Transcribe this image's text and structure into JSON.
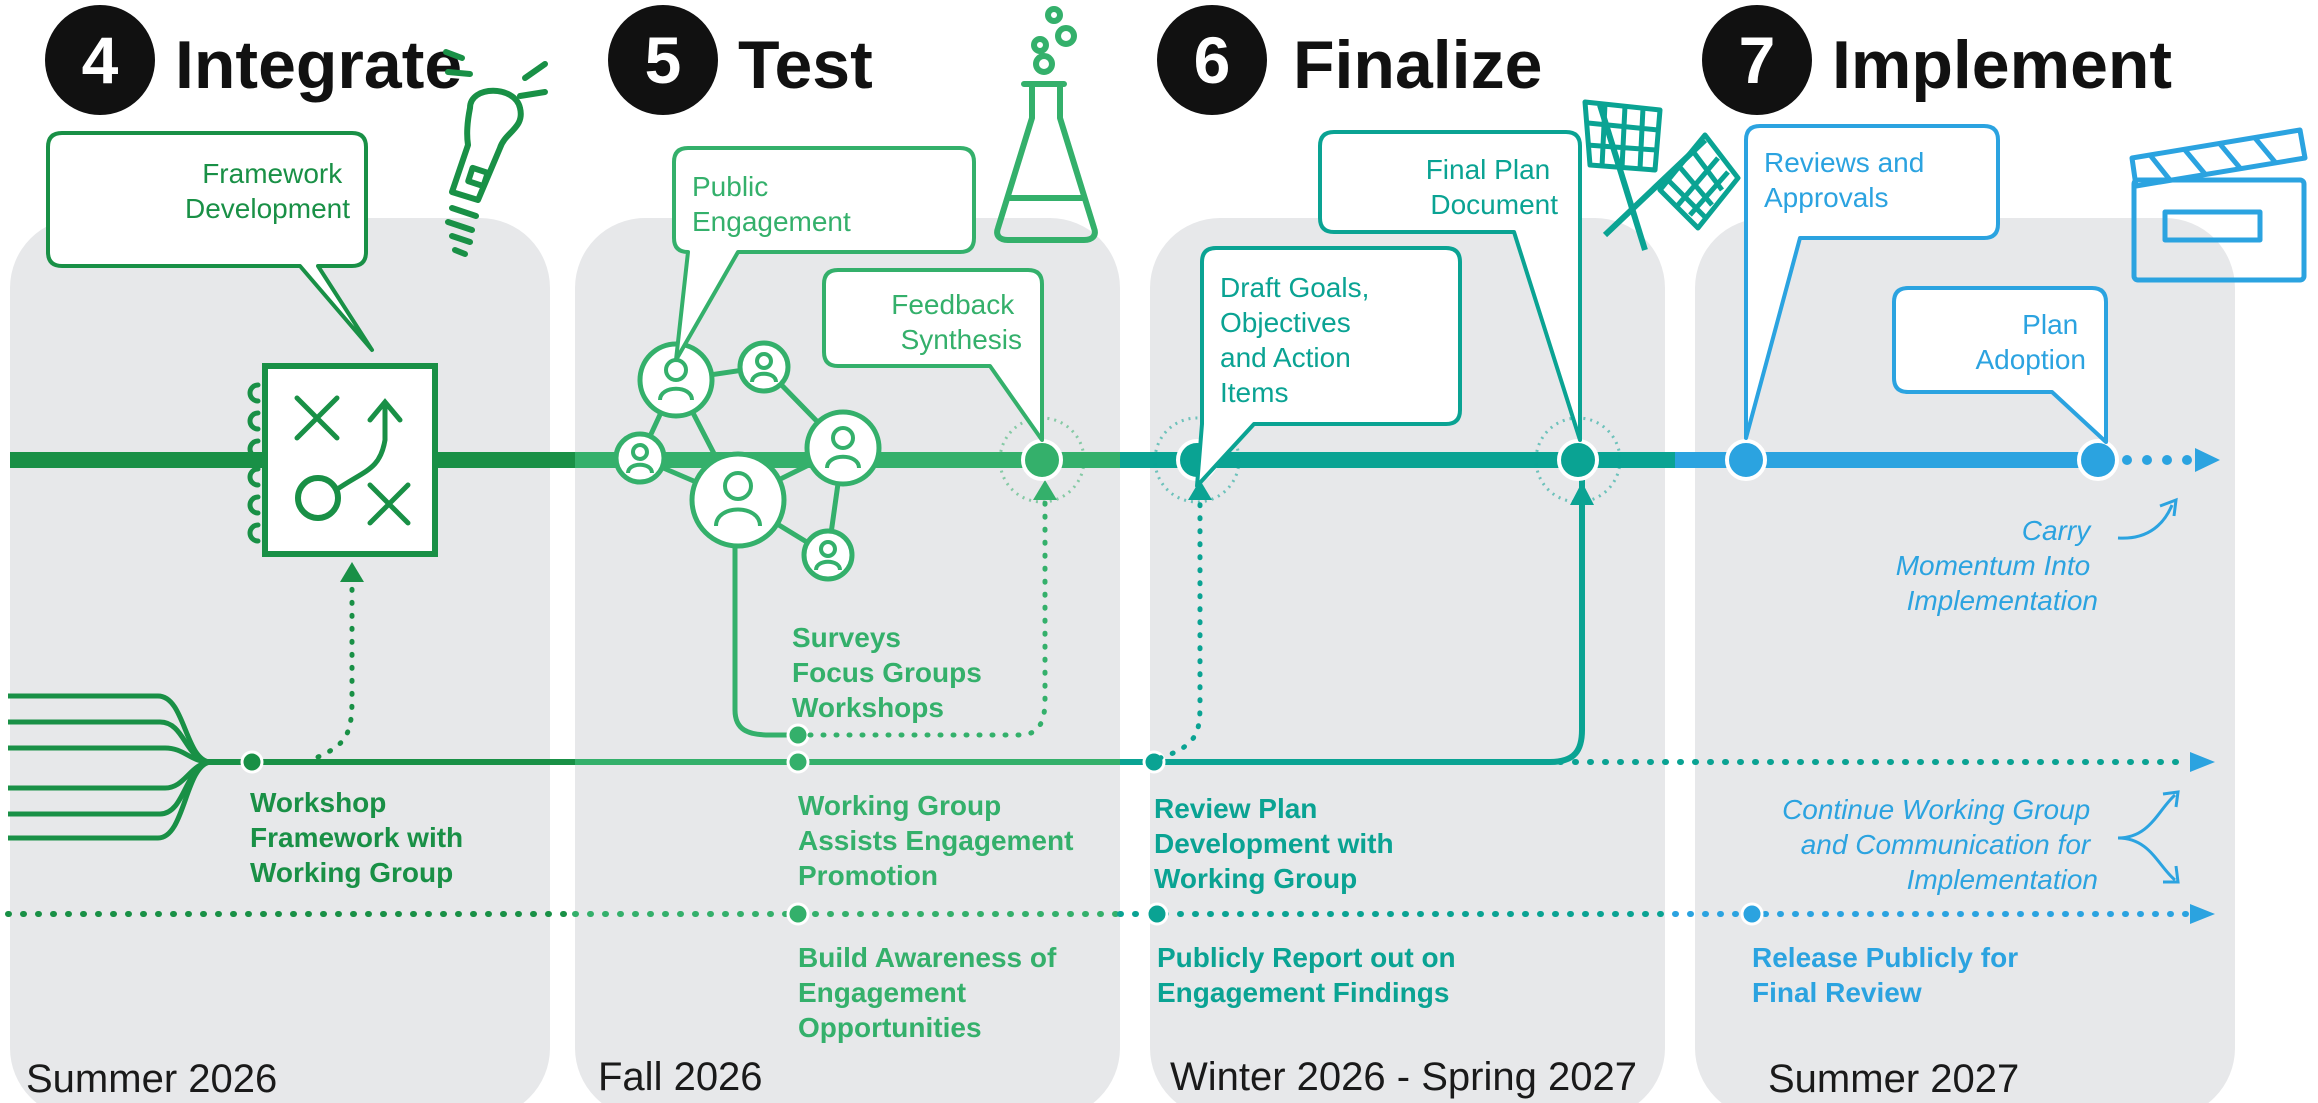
{
  "colors": {
    "panel": "#e7e8ea",
    "green_dark": "#199046",
    "green_mid": "#34b06b",
    "teal": "#0aa393",
    "blue": "#2ba3e0",
    "black": "#111111"
  },
  "phases": [
    {
      "number": "4",
      "title": "Integrate",
      "season": "Summer 2026",
      "icon": "lightbulb-icon"
    },
    {
      "number": "5",
      "title": "Test",
      "season": "Fall 2026",
      "icon": "flask-icon"
    },
    {
      "number": "6",
      "title": "Finalize",
      "season": "Winter 2026 - Spring 2027",
      "icon": "checkered-flags-icon"
    },
    {
      "number": "7",
      "title": "Implement",
      "season": "Summer 2027",
      "icon": "clapperboard-icon"
    }
  ],
  "callouts": {
    "framework": [
      "Framework",
      "Development"
    ],
    "public": [
      "Public",
      "Engagement"
    ],
    "feedback": [
      "Feedback",
      "Synthesis"
    ],
    "draft": [
      "Draft Goals,",
      "Objectives",
      "and Action",
      "Items"
    ],
    "finalplan": [
      "Final Plan",
      "Document"
    ],
    "reviews": [
      "Reviews and",
      "Approvals"
    ],
    "adoption": [
      "Plan",
      "Adoption"
    ]
  },
  "labels": {
    "workshop": [
      "Workshop",
      "Framework with",
      "Working Group"
    ],
    "surveys": [
      "Surveys",
      "Focus Groups",
      "Workshops"
    ],
    "assists": [
      "Working Group",
      "Assists Engagement",
      "Promotion"
    ],
    "awareness": [
      "Build Awareness of",
      "Engagement",
      "Opportunities"
    ],
    "review_plan": [
      "Review Plan",
      "Development with",
      "Working Group"
    ],
    "publicly": [
      "Publicly Report out on",
      "Engagement Findings"
    ],
    "release": [
      "Release Publicly for",
      "Final Review"
    ],
    "carry": [
      "Carry",
      "Momentum Into",
      "Implementation"
    ],
    "continue": [
      "Continue Working Group",
      "and Communication for",
      "Implementation"
    ]
  }
}
